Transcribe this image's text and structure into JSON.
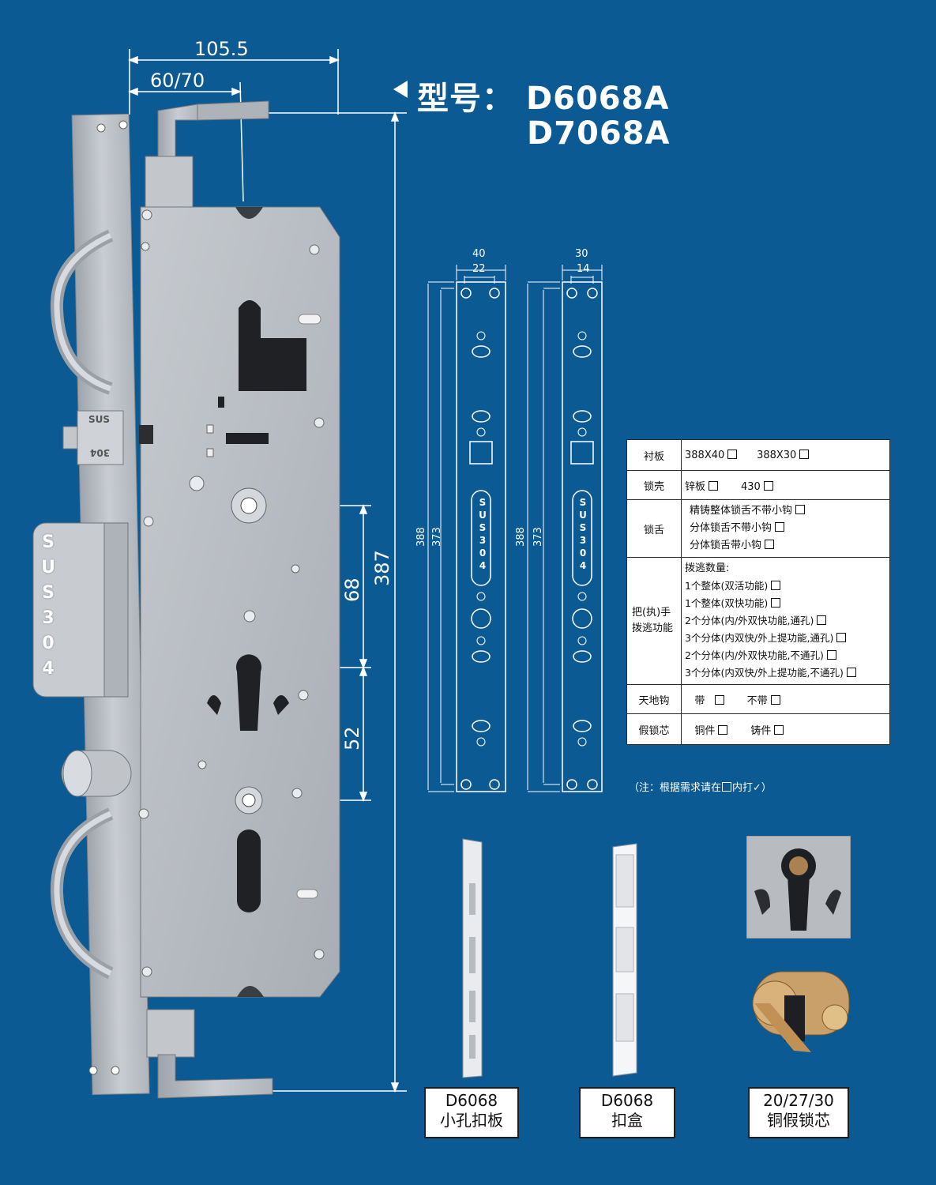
{
  "title": {
    "label": "型号：",
    "model_1": "D6068A",
    "model_2": "D7068A"
  },
  "main_dimensions": {
    "overall_width": "105.5",
    "backset": "60/70",
    "height": "387",
    "spacing_upper": "68",
    "spacing_lower": "52"
  },
  "lock_body": {
    "faceplate_marks": [
      "S",
      "U",
      "S",
      "3",
      "0",
      "4"
    ],
    "latch_mark_top": "SUS",
    "latch_mark_bottom": "304"
  },
  "strike_plates": [
    {
      "top_width": "40",
      "inner_width": "22",
      "length_outer": "388",
      "length_inner": "373",
      "mark": [
        "S",
        "U",
        "S",
        "3",
        "0",
        "4"
      ]
    },
    {
      "top_width": "30",
      "inner_width": "14",
      "length_outer": "388",
      "length_inner": "373",
      "mark": [
        "S",
        "U",
        "S",
        "3",
        "0",
        "4"
      ]
    }
  ],
  "spec_table": {
    "rows": [
      {
        "key": "衬板",
        "options": [
          "388X40",
          "388X30"
        ]
      },
      {
        "key": "锁壳",
        "options": [
          "锌板",
          "430"
        ]
      },
      {
        "key": "锁舌",
        "options": [
          "精铸整体锁舌不带小钩",
          "分体锁舌不带小钩",
          "分体锁舌带小钩"
        ]
      },
      {
        "key": "把(执)手拨逃功能",
        "heading": "拨逃数量:",
        "options": [
          "1个整体(双活功能)",
          "1个整体(双快功能)",
          "2个分体(内/外双快功能,通孔)",
          "3个分体(内双快/外上提功能,通孔)",
          "2个分体(内/外双快功能,不通孔)",
          "3个分体(内双快/外上提功能,不通孔)"
        ]
      },
      {
        "key": "天地钩",
        "options": [
          "带",
          "不带"
        ]
      },
      {
        "key": "假锁芯",
        "options": [
          "铜件",
          "铸件"
        ]
      }
    ],
    "note_prefix": "（注：根据需求请在",
    "note_suffix": "内打✓）"
  },
  "captions": [
    {
      "line1": "D6068",
      "line2": "小孔扣板"
    },
    {
      "line1": "D6068",
      "line2": "扣盒"
    },
    {
      "line1": "20/27/30",
      "line2": "铜假锁芯"
    }
  ],
  "colors": {
    "background": "#0b5a94",
    "steel": "#b9bec4",
    "brass": "#c9a06a"
  }
}
